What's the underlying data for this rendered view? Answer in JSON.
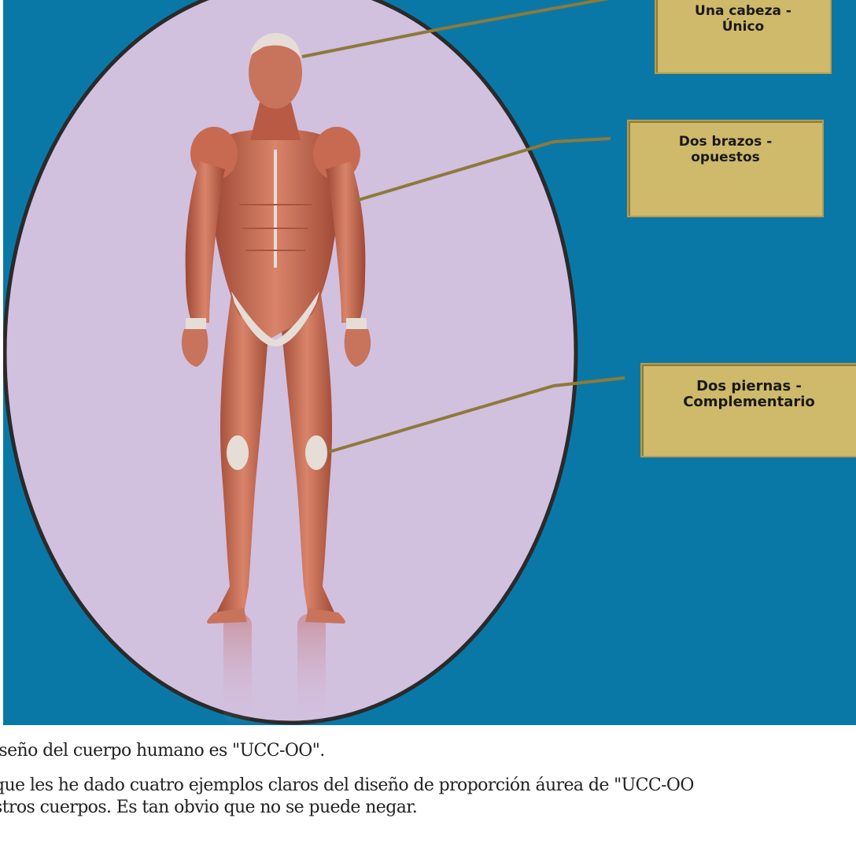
{
  "labels": {
    "head": "Una cabeza -\nÚnico",
    "arms": "Dos brazos -\nopuestos",
    "legs": "Dos piernas -\nComplementario"
  },
  "caption": {
    "line1": "iseño del cuerpo humano es \"UCC-OO\".",
    "line2": "que les he dado cuatro ejemplos claros del diseño de proporción áurea de \"UCC-OO",
    "line3": "stros cuerpos. Es tan obvio que no se puede negar."
  },
  "colors": {
    "background": "#0a78a6",
    "oval_fill": "#d2c0df",
    "label_fill": "#cfb96a",
    "muscle": "#c2674f"
  }
}
